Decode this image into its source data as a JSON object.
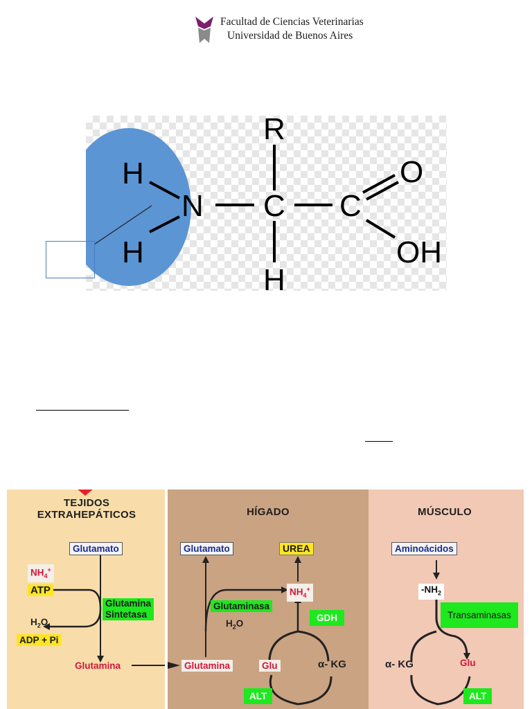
{
  "header": {
    "line1": "Facultad de Ciencias Veterinarias",
    "line2": "Universidad de Buenos Aires"
  },
  "molecule": {
    "atoms": {
      "r": "R",
      "h_top": "H",
      "h_bottom": "H",
      "n": "N",
      "c_alpha": "C",
      "c_carboxyl": "C",
      "o": "O",
      "oh": "OH",
      "h_alpha": "H"
    },
    "amino_group_color": "#5b95d4"
  },
  "metabolism": {
    "extra": {
      "title_line1": "TEJIDOS",
      "title_line2": "EXTRAHEPÁTICOS",
      "glutamato": "Glutamato",
      "nh4": "NH",
      "nh4_sub": "4",
      "nh4_sup": "+",
      "atp": "ATP",
      "h2o_h": "H",
      "h2o_sub": "2",
      "h2o_o": "O",
      "adp": "ADP + Pi",
      "enzyme_line1": "Glutamina",
      "enzyme_line2": "Sintetasa",
      "glutamina": "Glutamina"
    },
    "liver": {
      "title": "HÍGADO",
      "glutamato": "Glutamato",
      "urea": "UREA",
      "nh4": "NH",
      "nh4_sub": "4",
      "nh4_sup": "+",
      "glutaminasa": "Glutaminasa",
      "h2o_h": "H",
      "h2o_sub": "2",
      "h2o_o": "O",
      "gdh": "GDH",
      "glutamina": "Glutamina",
      "glu": "Glu",
      "akg": "α- KG",
      "alt": "ALT"
    },
    "muscle": {
      "title": "MÚSCULO",
      "aminoacidos": "Aminoácidos",
      "nh2": "-NH",
      "nh2_sub": "2",
      "transaminasas": "Transaminasas",
      "akg": "α- KG",
      "glu": "Glu",
      "alt": "ALT"
    },
    "colors": {
      "extra_bg": "#f8ddaa",
      "liver_bg": "#caa383",
      "muscle_bg": "#f1c9b5",
      "enzyme_green": "#1ee81e",
      "highlight_yellow": "#fde522",
      "arrow_red": "#e8202a"
    }
  }
}
